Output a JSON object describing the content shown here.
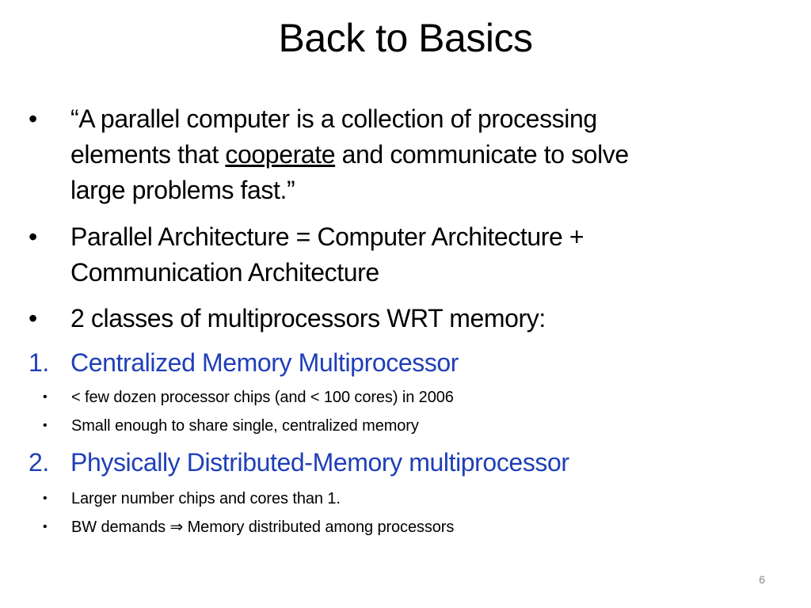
{
  "slide": {
    "title": "Back to Basics",
    "bullet_symbol": "•",
    "bullets": [
      {
        "line1": "“A parallel computer is a collection of processing",
        "line2_pre": "elements that ",
        "line2_underlined": "cooperate",
        "line2_post": " and communicate to solve",
        "line3": "large problems fast.”"
      },
      {
        "line1": "Parallel Architecture  = Computer Architecture +",
        "line2": "Communication Architecture"
      },
      {
        "line1": "2 classes of multiprocessors WRT memory:"
      }
    ],
    "numbered": [
      {
        "number": "1.",
        "text": "Centralized Memory Multiprocessor",
        "sub_bullets": [
          "< few dozen processor chips (and < 100 cores) in 2006",
          "Small enough to share single, centralized memory"
        ]
      },
      {
        "number": "2.",
        "text": "Physically Distributed-Memory multiprocessor",
        "sub_bullets": [
          "Larger number chips and cores than 1.",
          "BW demands ⇒ Memory distributed among processors"
        ]
      }
    ],
    "page_number": "6",
    "colors": {
      "numbered_text": "#1f3fb8",
      "body_text": "#000000",
      "page_number": "#8a8a8a"
    }
  }
}
